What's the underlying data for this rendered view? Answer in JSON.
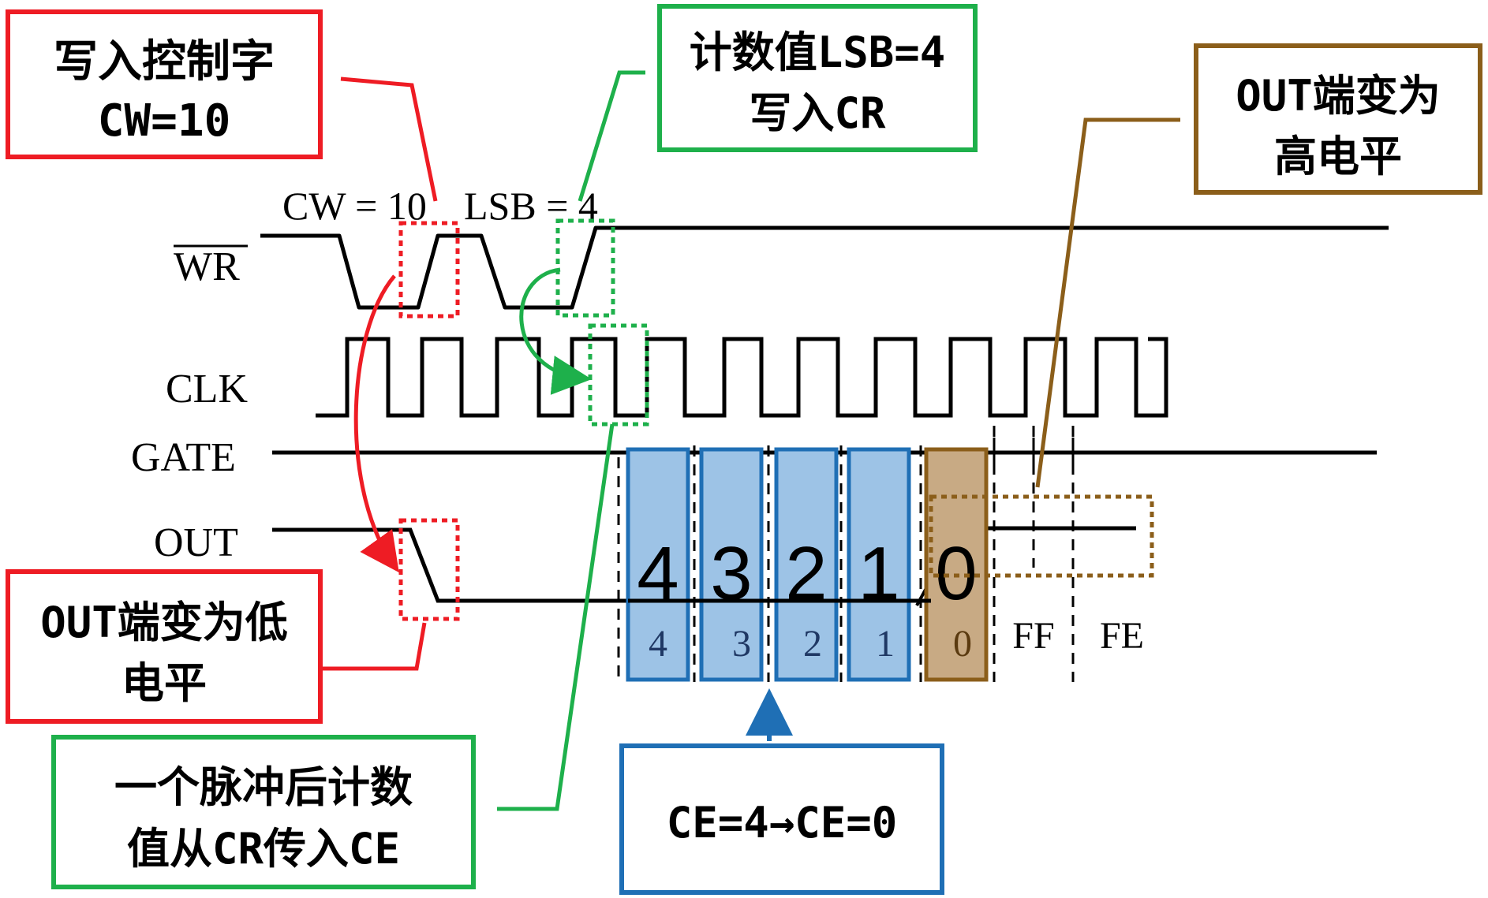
{
  "colors": {
    "red": "#ee1c24",
    "green": "#1eb04b",
    "blue": "#1f6fb5",
    "blue_fill": "#9dc3e6",
    "brown": "#8b5e1a",
    "brown_fill": "#c8aa84",
    "signal": "#000000",
    "label_dark": "#1f3864"
  },
  "callouts": {
    "write_cw": {
      "line1": "写入控制字",
      "line2": "CW=10"
    },
    "lsb_write": {
      "line1": "计数值LSB=4",
      "line2": "写入CR"
    },
    "out_high": {
      "line1": "OUT端变为",
      "line2": "高电平"
    },
    "out_low": {
      "line1": "OUT端变为低",
      "line2": "电平"
    },
    "pulse_ce": {
      "line1": "一个脉冲后计数",
      "line2": "值从CR传入CE"
    },
    "ce_change": {
      "text": "CE=4→CE=0"
    }
  },
  "signals": {
    "wr": "WR",
    "clk": "CLK",
    "gate": "GATE",
    "out": "OUT"
  },
  "annotations": {
    "cw": "CW = 10",
    "lsb": "LSB = 4"
  },
  "counter": {
    "big_digits": [
      "4",
      "3",
      "2",
      "1",
      "0"
    ],
    "small_digits": [
      "4",
      "3",
      "2",
      "1",
      "0",
      "FF",
      "FE"
    ]
  }
}
